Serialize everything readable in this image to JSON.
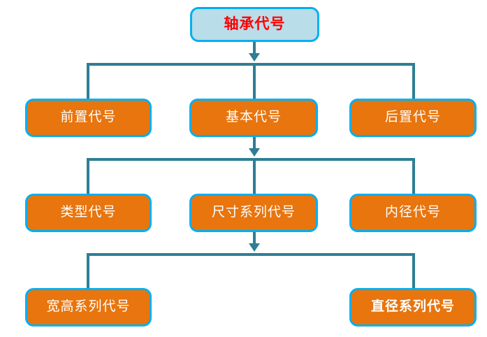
{
  "diagram": {
    "title_text": "轴承代号",
    "levels": [
      {
        "name": "level-1",
        "nodes": [
          {
            "label": "轴承代号",
            "style": "root",
            "bold": true
          }
        ]
      },
      {
        "name": "level-2",
        "nodes": [
          {
            "label": "前置代号",
            "style": "box",
            "bold": false
          },
          {
            "label": "基本代号",
            "style": "box",
            "bold": false
          },
          {
            "label": "后置代号",
            "style": "box",
            "bold": false
          }
        ]
      },
      {
        "name": "level-3",
        "nodes": [
          {
            "label": "类型代号",
            "style": "box",
            "bold": false
          },
          {
            "label": "尺寸系列代号",
            "style": "box",
            "bold": false
          },
          {
            "label": "内径代号",
            "style": "box",
            "bold": false
          }
        ]
      },
      {
        "name": "level-4",
        "nodes": [
          {
            "label": "宽高系列代号",
            "style": "box",
            "bold": false
          },
          {
            "label": "直径系列代号",
            "style": "box",
            "bold": true
          }
        ]
      }
    ],
    "colors": {
      "root_fill": "#b9dde9",
      "box_fill": "#e8750e",
      "node_border": "#00b0f0",
      "connector": "#2e7e95",
      "root_text": "#ff0000",
      "box_text": "#ffffff",
      "background": "#ffffff"
    }
  }
}
